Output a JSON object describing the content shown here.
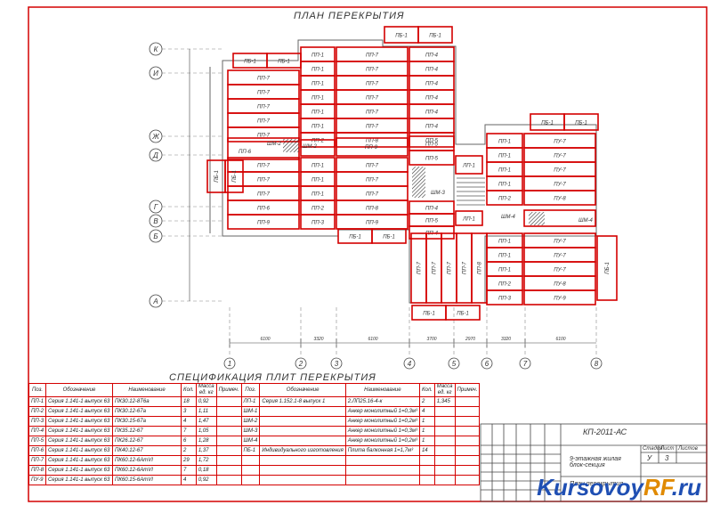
{
  "plan_title": "ПЛАН ПЕРЕКРЫТИЯ",
  "spec_title": "СПЕЦИФИКАЦИЯ ПЛИТ ПЕРЕКРЫТИЯ",
  "axes_letters": [
    "К",
    "И",
    "Ж",
    "Д",
    "Г",
    "В",
    "Б",
    "А"
  ],
  "axes_numbers": [
    "1",
    "2",
    "3",
    "4",
    "5",
    "6",
    "7",
    "8"
  ],
  "dims": [
    "6100",
    "3320",
    "6100",
    "3700",
    "2970",
    "3320",
    "6100"
  ],
  "slabs": {
    "left_col": [
      "ПП-7",
      "ПП-7",
      "ПП-7",
      "ПП-7",
      "ПП-7"
    ],
    "left_top": [
      "ПБ-1",
      "ПБ-1"
    ],
    "mid_col1": [
      "ПП-1",
      "ПП-1",
      "ПП-1",
      "ПП-1",
      "ПП-1",
      "ПП-1",
      "ПП-2"
    ],
    "mid_col2": [
      "ПП-7",
      "ПП-7",
      "ПП-7",
      "ПП-7",
      "ПП-7",
      "ПП-7",
      "ПП-8"
    ],
    "right_col": [
      "ПП-4",
      "ПП-4",
      "ПП-4",
      "ПП-4",
      "ПП-4",
      "ПП-4",
      "ПП-5"
    ],
    "top_pair": [
      "ПБ-1",
      "ПБ-1"
    ],
    "lower_left": [
      "ПП-7",
      "ПП-7",
      "ПП-7",
      "ПП-6",
      "ПП-9"
    ],
    "lower_mid1": [
      "ПП-1",
      "ПП-1",
      "ПП-1",
      "ПП-2",
      "ПП-3"
    ],
    "lower_mid2": [
      "ПП-7",
      "ПП-7",
      "ПП-7",
      "ПП-8",
      "ПП-9"
    ],
    "lower_right": [
      "ПП-5",
      "ПП-5",
      "ПП-4",
      "ПП-5",
      "ПП-4"
    ],
    "pb_side": [
      "ПБ-1",
      "ПБ-1"
    ],
    "pp6_label": "ПП-6",
    "shm_labels": [
      "ШМ-2",
      "ШМ-2",
      "ШМ-3",
      "ШМ-4"
    ],
    "lp_labels": [
      "ЛП-1",
      "ЛП-1"
    ],
    "stair_pair": [
      "ПБ-1",
      "ПБ-1"
    ],
    "vert_slabs": [
      "ПП-7",
      "ПП-7",
      "ПП-7",
      "ПП-7",
      "ПП-8"
    ],
    "bottom_pair": [
      "ПБ-1",
      "ПБ-1"
    ],
    "east_top_pair": [
      "ПБ-1",
      "ПБ-1"
    ],
    "east_col1": [
      "ПП-1",
      "ПП-1",
      "ПП-1",
      "ПП-1",
      "ПП-2"
    ],
    "east_col2": [
      "ПУ-7",
      "ПУ-7",
      "ПУ-7",
      "ПУ-7",
      "ПУ-8"
    ],
    "east_low1": [
      "ПП-1",
      "ПП-1",
      "ПП-1",
      "ПП-2",
      "ПП-3"
    ],
    "east_low2": [
      "ПУ-7",
      "ПУ-7",
      "ПУ-7",
      "ПУ-8",
      "ПУ-9"
    ],
    "east_shm": "ШМ-4",
    "east_side": "ПБ-1"
  },
  "spec_headers": [
    "Поз.",
    "Обозначение",
    "Наименование",
    "Кол.",
    "Масса ед. кг",
    "Примеч."
  ],
  "spec_rows_left": [
    [
      "ПП-1",
      "Серия 1.141-1 выпуск 63",
      "ПК30.12-8Т6а",
      "18",
      "0,92",
      ""
    ],
    [
      "ПП-2",
      "Серия 1.141-1 выпуск 63",
      "ПК30.12-67а",
      "3",
      "1,11",
      ""
    ],
    [
      "ПП-3",
      "Серия 1.141-1 выпуск 63",
      "ПК30.15-67а",
      "4",
      "1,47",
      ""
    ],
    [
      "ПП-4",
      "Серия 1.141-1 выпуск 63",
      "ПК35.12-67",
      "7",
      "1,05",
      ""
    ],
    [
      "ПП-5",
      "Серия 1.141-1 выпуск 63",
      "ПК26.12-67",
      "6",
      "1,28",
      ""
    ],
    [
      "ПП-6",
      "Серия 1.141-1 выпуск 63",
      "ПК40.12-67",
      "2",
      "1,37",
      ""
    ],
    [
      "ПП-7",
      "Серия 1.141-1 выпуск 63",
      "ПК60.12-6АтVI",
      "29",
      "1,72",
      ""
    ],
    [
      "ПП-8",
      "Серия 1.141-1 выпуск 63",
      "ПК60.12-6АтVI",
      "7",
      "0,18",
      ""
    ],
    [
      "ПУ-9",
      "Серия 1.141-1 выпуск 63",
      "ПК60.15-6АтVI",
      "4",
      "0,92",
      ""
    ]
  ],
  "spec_rows_right": [
    [
      "ЛП-1",
      "Серия 1.152.1-8 выпуск 1",
      "2.ЛП25.16-4-к",
      "2",
      "1,345",
      ""
    ],
    [
      "ШМ-1",
      "",
      "Анкер монолитный 1=0,3м³",
      "4",
      "",
      ""
    ],
    [
      "ШМ-2",
      "",
      "Анкер монолитный 1=0,2м³",
      "1",
      "",
      ""
    ],
    [
      "ШМ-3",
      "",
      "Анкер монолитный 1=0,3м³",
      "1",
      "",
      ""
    ],
    [
      "ШМ-4",
      "",
      "Анкер монолитный 1=0,2м³",
      "1",
      "",
      ""
    ],
    [
      "ПБ-1",
      "Индивидуального изготовления",
      "Плита балконная 1=1,7м³",
      "14",
      "",
      ""
    ],
    [
      "",
      "",
      "",
      "",
      "",
      ""
    ],
    [
      "",
      "",
      "",
      "",
      "",
      ""
    ],
    [
      "",
      "",
      "",
      "",
      "",
      ""
    ]
  ],
  "stamp": {
    "code": "КП-2011-АС",
    "desc": "9-этажная жилая блок-секция",
    "sheet_title": "План перекрытия",
    "stage": "У",
    "sheet": "3",
    "sheets_label": "Листов",
    "stage_label": "Стадия",
    "sheet_label": "Лист"
  },
  "watermark": {
    "part1": "Kursovoy",
    "part2": "RF",
    "part3": ".ru"
  },
  "colors": {
    "red": "#d40000",
    "blue": "#1f4fb3",
    "line": "#444444"
  }
}
